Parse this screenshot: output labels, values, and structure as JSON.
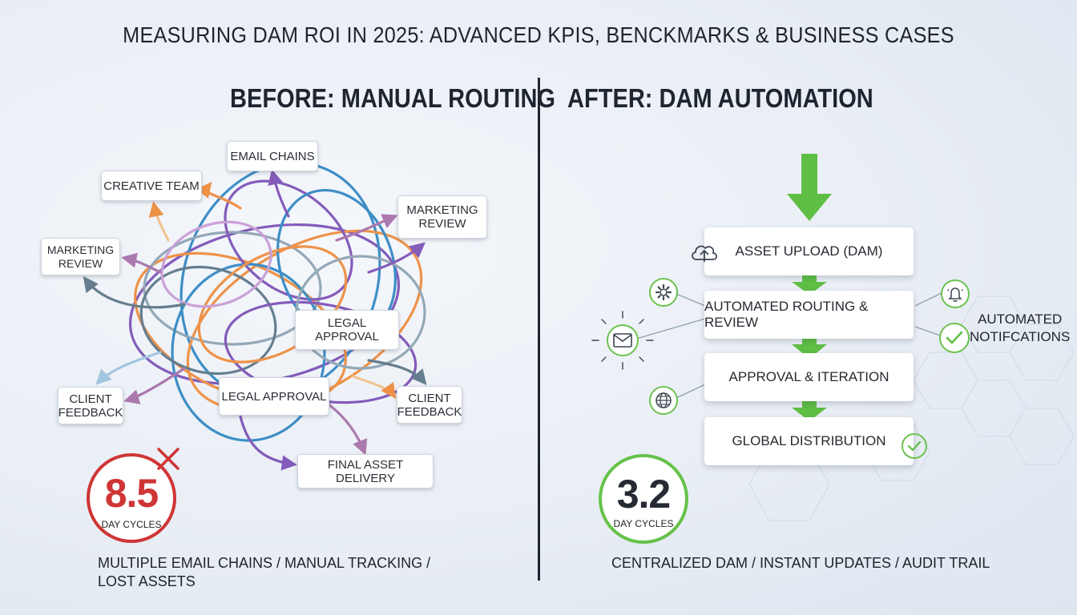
{
  "title": "MEASURING DAM ROI IN 2025: ADVANCED KPIS, BENCKMARKS & BUSINESS CASES",
  "before": {
    "heading": "BEFORE: MANUAL ROUTING",
    "nodes": {
      "email_chains": "EMAIL CHAINS",
      "creative_team": "CREATIVE TEAM",
      "marketing_review_right": "MARKETING REVIEW",
      "marketing_review_left": "MARKETING REVIEW",
      "legal_approval_1": "LEGAL APPROVAL",
      "legal_approval_2": "LEGAL APPROVAL",
      "client_feedback_left": "CLIENT FEEDBACK",
      "client_feedback_right": "CLIENT FEEDBACK",
      "final_asset_delivery": "FINAL ASSET DELIVERY"
    },
    "metric": {
      "value": "8.5",
      "label": "DAY CYCLES",
      "color": "#cf3535"
    },
    "caption_line1": "MULTIPLE EMAIL CHAINS / MANUAL TRACKING /",
    "caption_line2": "LOST ASSETS"
  },
  "after": {
    "heading": "AFTER: DAM AUTOMATION",
    "steps": [
      "ASSET UPLOAD (DAM)",
      "AUTOMATED ROUTING & REVIEW",
      "APPROVAL & ITERATION",
      "GLOBAL DISTRIBUTION"
    ],
    "notifications_line1": "AUTOMATED",
    "notifications_line2": "NOTIFCATIONS",
    "metric": {
      "value": "3.2",
      "label": "DAY CYCLES",
      "color": "#66c24a"
    },
    "caption": "CENTRALIZED DAM / INSTANT UPDATES / AUDIT TRAIL"
  },
  "colors": {
    "flow_green": "#5fbf45",
    "error_red": "#cf3535",
    "tangle": [
      "#2f86c2",
      "#7b4fb5",
      "#ee8a3a",
      "#8da2b2",
      "#5a7486",
      "#c79ad6"
    ]
  },
  "icons": [
    "cloud-upload-icon",
    "gear-icon",
    "envelope-icon",
    "globe-icon",
    "bell-icon",
    "checkmark-icon",
    "x-mark-icon",
    "arrow-down-icon"
  ]
}
